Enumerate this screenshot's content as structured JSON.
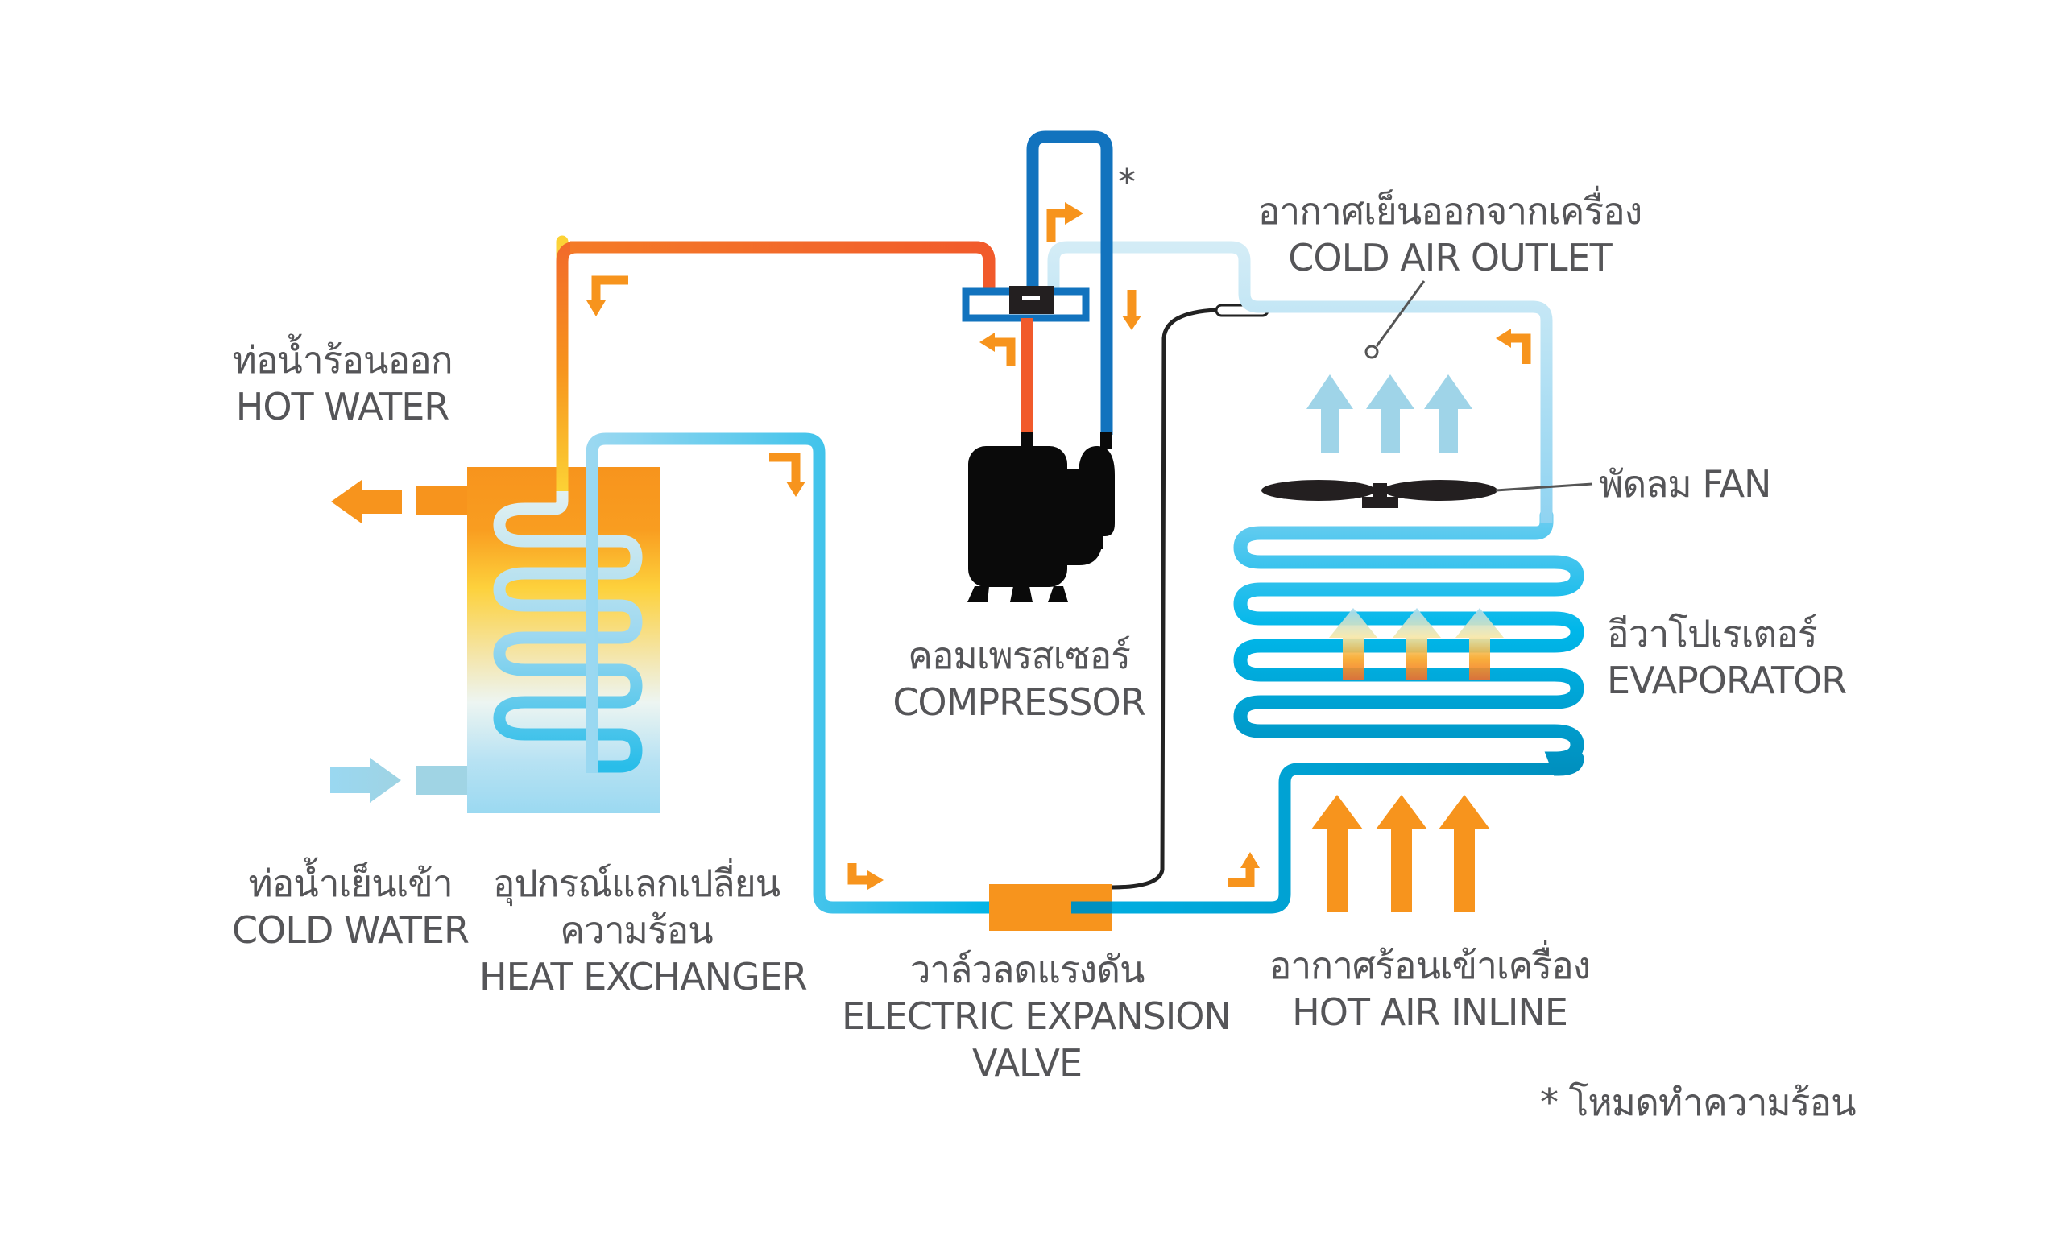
{
  "title": "Heat pump refrigeration cycle diagram",
  "labels": {
    "hot_water": {
      "th": "ท่อน้ำร้อนออก",
      "en": "HOT WATER"
    },
    "cold_water": {
      "th": "ท่อน้ำเย็นเข้า",
      "en": "COLD WATER"
    },
    "heat_exchanger": {
      "th1": "อุปกรณ์แลกเปลี่ยน",
      "th2": "ความร้อน",
      "en": "HEAT EXCHANGER"
    },
    "compressor": {
      "th": "คอมเพรสเซอร์",
      "en": "COMPRESSOR"
    },
    "expansion_valve": {
      "th": "วาล์วลดแรงดัน",
      "en1": "ELECTRIC EXPANSION",
      "en2": "VALVE"
    },
    "cold_air_outlet": {
      "th": "อากาศเย็นออกจากเครื่อง",
      "en": "COLD AIR OUTLET"
    },
    "fan": {
      "text": "พัดลม FAN"
    },
    "evaporator": {
      "th": "อีวาโปเรเตอร์",
      "en": "EVAPORATOR"
    },
    "hot_air_inline": {
      "th": "อากาศร้อนเข้าเครื่อง",
      "en": "HOT AIR INLINE"
    },
    "asterisk": "*",
    "footnote": "* โหมดทำความร้อน"
  },
  "colors": {
    "hot_pipe": "#f26b2a",
    "warm_pipe": "#fcd235",
    "cold_pipe": "#00b4e6",
    "light_cold_pipe": "#c8e8f4",
    "dark_blue_pipe": "#1273be",
    "flow_arrow": "#f7941d",
    "text": "#555558",
    "compressor": "#0a0a0a"
  }
}
